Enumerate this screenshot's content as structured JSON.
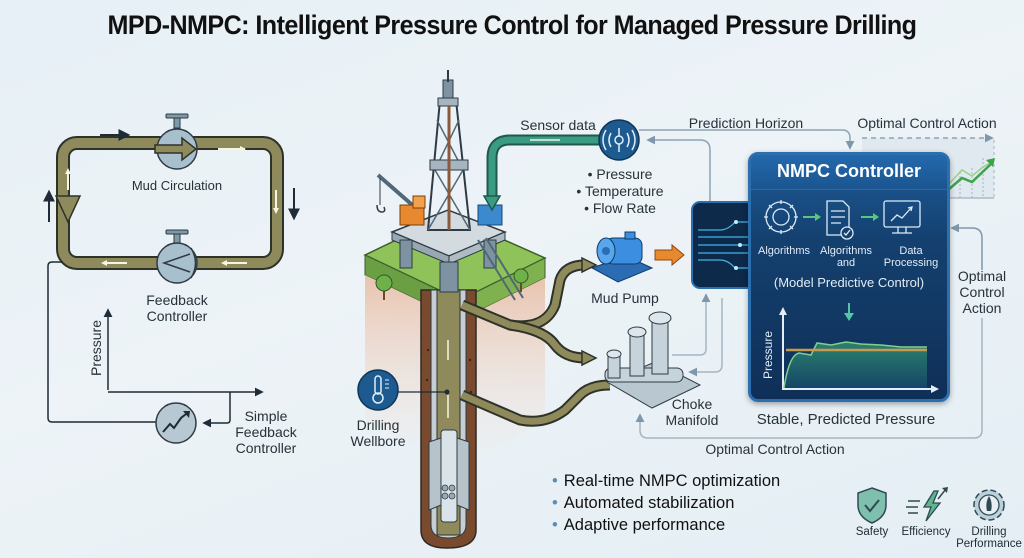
{
  "title": "MPD-NMPC: Intelligent Pressure Control for Managed Pressure Drilling",
  "left_panel": {
    "mud_circulation": "Mud Circulation",
    "feedback_controller": [
      "Feedback",
      "Controller"
    ],
    "pressure_axis": "Pressure",
    "simple_feedback_controller": [
      "Simple",
      "Feedback",
      "Controller"
    ]
  },
  "rig": {
    "drilling_wellbore": [
      "Drilling",
      "Wellbore"
    ]
  },
  "sensor": {
    "label": "Sensor data",
    "items": [
      "• Pressure",
      "• Temperature",
      "• Flow Rate"
    ]
  },
  "prediction_horizon": "Prediction Horizon",
  "optimal_control_action_top": "Optimal Control Action",
  "optimal_control_action_right": [
    "Optimal",
    "Control",
    "Action"
  ],
  "optimal_control_action_bottom": "Optimal Control Action",
  "mud_pump": "Mud Pump",
  "choke_manifold": [
    "Choke",
    "Manifold"
  ],
  "nmpc": {
    "title": "NMPC Controller",
    "steps": [
      {
        "label": [
          "Algorithms"
        ],
        "icon": "gear-circuit-icon"
      },
      {
        "label": [
          "Algorithms",
          "and"
        ],
        "icon": "document-check-icon"
      },
      {
        "label": [
          "Data",
          "Processing"
        ],
        "icon": "monitor-chart-icon"
      }
    ],
    "subtitle": "(Model Predictive Control)",
    "chart_axis": "Pressure"
  },
  "stable_pressure": "Stable, Predicted Pressure",
  "bullets": [
    "Real-time NMPC optimization",
    "Automated stabilization",
    "Adaptive performance"
  ],
  "features": [
    {
      "label": [
        "Safety"
      ],
      "icon": "shield-check-icon"
    },
    {
      "label": [
        "Efficiency"
      ],
      "icon": "lightning-arrow-icon"
    },
    {
      "label": [
        "Drilling",
        "Performance"
      ],
      "icon": "gear-drill-icon"
    }
  ],
  "colors": {
    "pipe": "#8f8a5c",
    "pipe_outline": "#2e3328",
    "sensor_pipe": "#3a9b82",
    "nmpc_blue": "#17487d",
    "accent_green": "#4caf50",
    "orange": "#e8892f"
  }
}
